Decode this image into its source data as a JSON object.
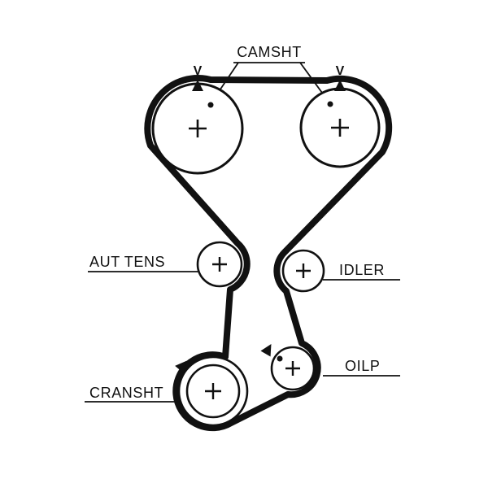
{
  "colors": {
    "background": "#ffffff",
    "line": "#111111"
  },
  "diagram": {
    "type": "timing-belt-routing",
    "labels": {
      "camshaft": "CAMSHT",
      "tensioner": "AUT TENS",
      "idler": "IDLER",
      "oil_pump": "OILP",
      "crankshaft": "CRANSHT"
    },
    "timing_marks": {
      "left_v": "V",
      "right_v": "V"
    },
    "pulleys": [
      {
        "id": "camshaft-left",
        "label": "CAMSHT",
        "center_symbol": "+",
        "timing_dot": true
      },
      {
        "id": "camshaft-right",
        "label": "CAMSHT",
        "center_symbol": "+",
        "timing_dot": true
      },
      {
        "id": "tensioner",
        "label": "AUT TENS",
        "center_symbol": "+"
      },
      {
        "id": "idler",
        "label": "IDLER",
        "center_symbol": "+"
      },
      {
        "id": "oil-pump",
        "label": "OILP",
        "center_symbol": "+",
        "timing_dot": true
      },
      {
        "id": "crankshaft",
        "label": "CRANSHT",
        "center_symbol": "+"
      }
    ]
  }
}
